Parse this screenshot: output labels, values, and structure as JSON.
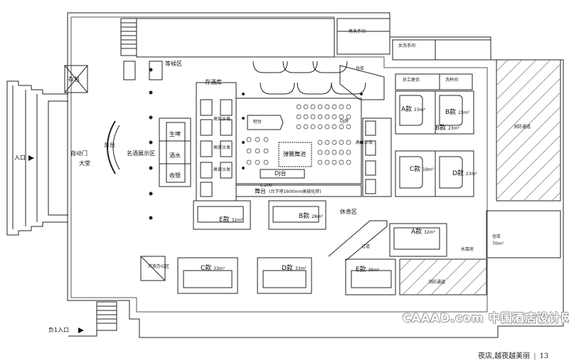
{
  "rooms": {
    "entrance": "入口",
    "auto_door": "自动门",
    "lobby": "大堂",
    "reception": "总台",
    "wine_display": "名酒展示区",
    "cloakroom": "存包",
    "waiting": "等候区",
    "wine_store": "存酒库",
    "restroom_m": "男洗手间",
    "restroom_f": "女洗手间",
    "storage": "仓库",
    "beer": "生啤",
    "liquor": "酒水",
    "cashier": "收银",
    "high_sofa_1": "高背沙发",
    "high_sofa_2": "高背沙发",
    "high_sofa_3": "高背沙发",
    "bar": "吧台",
    "dance_floor": "弹簧舞池",
    "dj": "DJ台",
    "dj_booth": "DJ房",
    "stage": "舞台",
    "stage_note": "(台下吧1600mm高玻化砖)",
    "stage_small": "L.200",
    "high_sofa_4": "高背沙发",
    "staff_room": "员工更衣",
    "cup_wash": "洗杯间",
    "lounge": "休息区",
    "corridor": "过道",
    "open_office": "开放办公区",
    "main_warehouse": "仓库",
    "main_warehouse_area": "70m²",
    "water_room": "水泵房",
    "fire_exit_1": "消防通道",
    "fire_exit_2": "消防通道",
    "sub_entrance": "负1入口"
  },
  "ktv": [
    {
      "type": "B款",
      "area": "23m²"
    },
    {
      "type": "A款",
      "area": "23m²"
    },
    {
      "type": "B款",
      "area": "23m²"
    },
    {
      "type": "C款",
      "area": "19m²"
    },
    {
      "type": "D款",
      "area": "23m²"
    },
    {
      "type": "E款",
      "area": "32m²"
    },
    {
      "type": "B款",
      "area": "28m²"
    },
    {
      "type": "A款",
      "area": "32m²"
    },
    {
      "type": "C款",
      "area": "33m²"
    },
    {
      "type": "D款",
      "area": "33m²"
    },
    {
      "type": "E款",
      "area": "36m²"
    }
  ],
  "footer": {
    "title": "夜店,越夜越美丽",
    "page": "13"
  },
  "watermark": "CAAAD.com 中国酒店设计网"
}
